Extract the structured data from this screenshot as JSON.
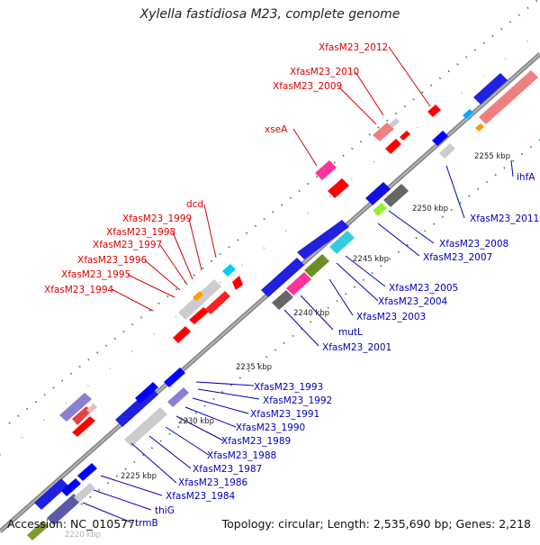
{
  "title": "Xylella fastidiosa M23, complete genome",
  "accession_text": "Accession: NC_010577",
  "summary_text": "Topology: circular; Length: 2,535,690 bp; Genes: 2,218",
  "colors": {
    "label_red": "#dd0000",
    "label_blue": "#0000bb",
    "backbone": "#888888",
    "tick": "#2e8b2e"
  },
  "kbp_ticks": [
    "2225 kbp",
    "2230 kbp",
    "2235 kbp",
    "2240 kbp",
    "2245 kbp",
    "2250 kbp",
    "2255 kbp",
    "2220 kbp"
  ],
  "red_labels": [
    "XfasM23_2012",
    "XfasM23_2010",
    "XfasM23_2009",
    "xseA",
    "dcd",
    "XfasM23_1999",
    "XfasM23_1998",
    "XfasM23_1997",
    "XfasM23_1996",
    "XfasM23_1995",
    "XfasM23_1994"
  ],
  "blue_labels": [
    "ihfA",
    "XfasM23_2011",
    "XfasM23_2008",
    "XfasM23_2007",
    "XfasM23_2005",
    "XfasM23_2004",
    "XfasM23_2003",
    "mutL",
    "XfasM23_2001",
    "XfasM23_1993",
    "XfasM23_1992",
    "XfasM23_1991",
    "XfasM23_1990",
    "XfasM23_1989",
    "XfasM23_1988",
    "XfasM23_1987",
    "XfasM23_1986",
    "XfasM23_1984",
    "thiG",
    "trmB"
  ]
}
